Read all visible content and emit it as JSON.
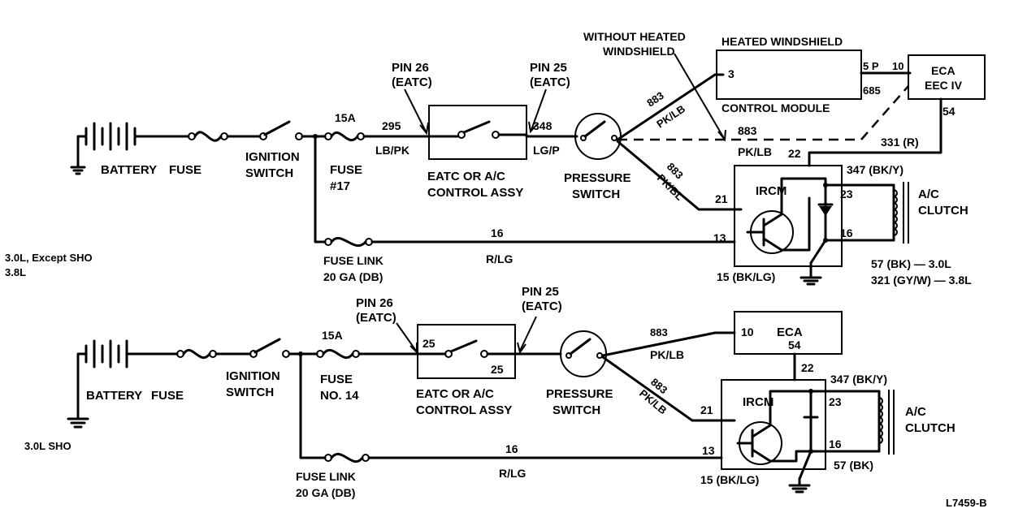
{
  "top": {
    "variant": "3.0L, Except SHO",
    "variant2": "3.8L",
    "battery": "BATTERY",
    "fuse": "FUSE",
    "ignition": "IGNITION",
    "switch": "SWITCH",
    "fuse_amp": "15A",
    "fuse_name": "FUSE",
    "fuse_num": "#17",
    "wire_295": "295",
    "wire_295_color": "LB/PK",
    "pin26": "PIN 26",
    "pin26_sub": "(EATC)",
    "pin25": "PIN 25",
    "pin25_sub": "(EATC)",
    "control1": "EATC OR A/C",
    "control2": "CONTROL ASSY",
    "wire_348": "348",
    "wire_348_color": "LG/P",
    "pressure1": "PRESSURE",
    "pressure2": "SWITCH",
    "without1": "WITHOUT HEATED",
    "without2": "WINDSHIELD",
    "hw_title": "HEATED WINDSHIELD",
    "hw_pin": "3",
    "hw_footer": "CONTROL MODULE",
    "hw_5p": "5 P",
    "hw_10": "10",
    "hw_685": "685",
    "eca1": "ECA",
    "eca2": "EEC IV",
    "eca_54": "54",
    "w883_a": "883",
    "w883_a_color": "PK/LB",
    "w883_b": "883",
    "w883_b_color": "PK/LB",
    "w883_c": "883",
    "w883_c_color": "PK/BL",
    "w331": "331 (R)",
    "pin22": "22",
    "w347": "347 (BK/Y)",
    "ircm": "IRCM",
    "pin21": "21",
    "pin23": "23",
    "pin16": "16",
    "pin13": "13",
    "w16": "16",
    "w16_color": "R/LG",
    "fuselink1": "FUSE LINK",
    "fuselink2": "20 GA (DB)",
    "ac1": "A/C",
    "ac2": "CLUTCH",
    "w57": "57 (BK) — 3.0L",
    "w321": "321 (GY/W) — 3.8L",
    "w15": "15 (BK/LG)"
  },
  "bottom": {
    "variant": "3.0L SHO",
    "battery": "BATTERY",
    "fuse": "FUSE",
    "ignition": "IGNITION",
    "switch": "SWITCH",
    "fuse_amp": "15A",
    "fuse_name": "FUSE",
    "fuse_num": "NO. 14",
    "pin26": "PIN 26",
    "pin26_sub": "(EATC)",
    "pin25": "PIN 25",
    "pin25_sub": "(EATC)",
    "c25a": "25",
    "c25b": "25",
    "control1": "EATC OR A/C",
    "control2": "CONTROL ASSY",
    "pressure1": "PRESSURE",
    "pressure2": "SWITCH",
    "w883_a": "883",
    "w883_a_color": "PK/LB",
    "w883_b": "883",
    "w883_b_color": "PK/LB",
    "eca": "ECA",
    "eca_10": "10",
    "eca_54": "54",
    "pin22": "22",
    "w347": "347 (BK/Y)",
    "ircm": "IRCM",
    "pin21": "21",
    "pin23": "23",
    "pin16": "16",
    "pin13": "13",
    "w16": "16",
    "w16_color": "R/LG",
    "fuselink1": "FUSE LINK",
    "fuselink2": "20 GA (DB)",
    "ac1": "A/C",
    "ac2": "CLUTCH",
    "w57": "57 (BK)",
    "w15": "15 (BK/LG)"
  },
  "figure_id": "L7459-B"
}
